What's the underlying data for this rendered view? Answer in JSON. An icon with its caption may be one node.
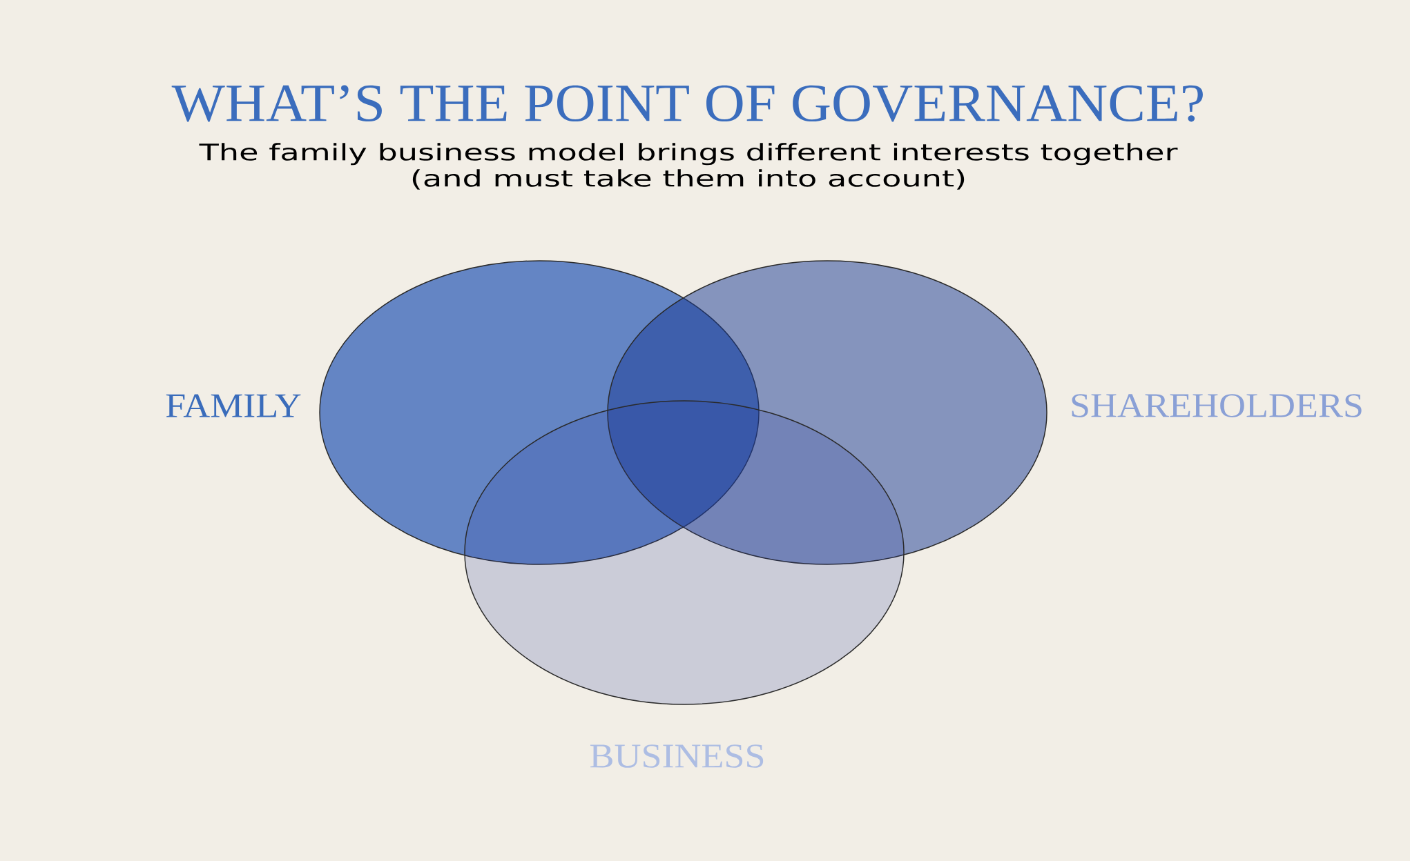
{
  "diagram": {
    "title": "WHAT’S THE POINT OF GOVERNANCE?",
    "nodes": [
      {
        "text": [
          "FAMILY"
        ]
      },
      {
        "text": [
          "SHAREHOLDERS"
        ]
      },
      {
        "text": [
          "BUSINESS"
        ]
      }
    ],
    "labels": [
      "The family business model brings different interests together (and must take them into account)"
    ]
  }
}
